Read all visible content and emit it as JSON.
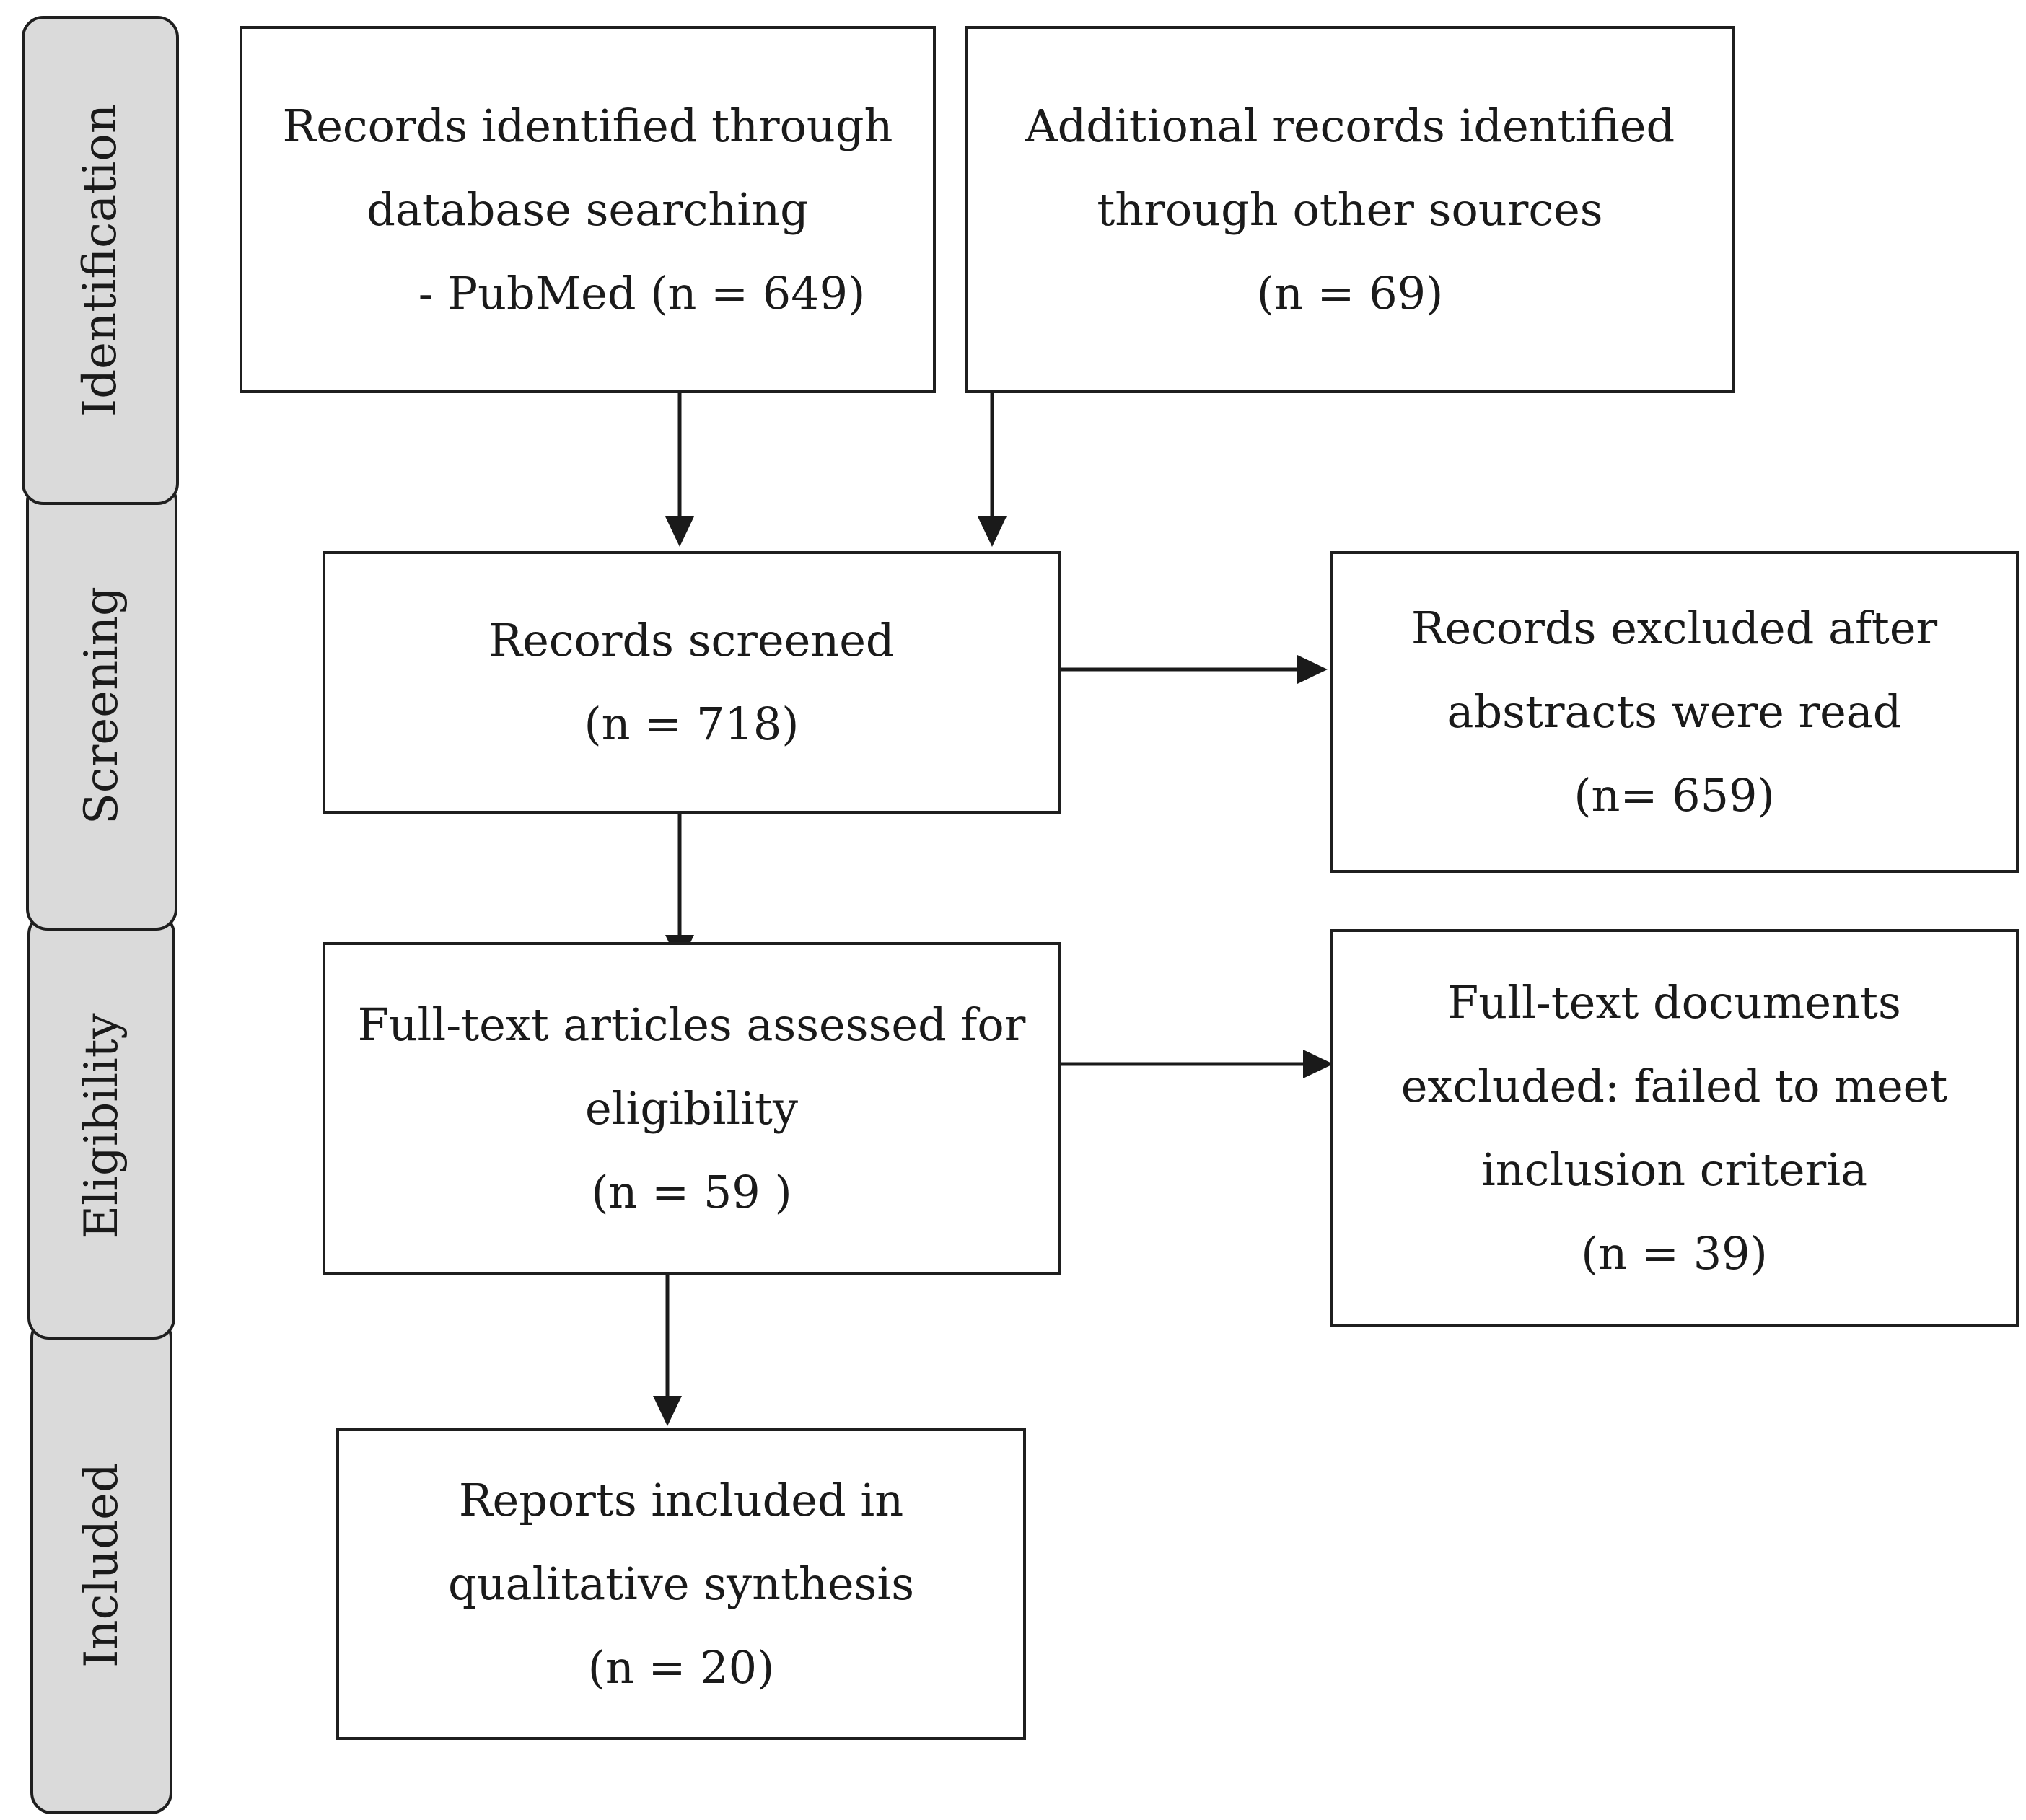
{
  "stages": {
    "identification": "Identification",
    "screening": "Screening",
    "eligibility": "Eligibility",
    "included": "Included"
  },
  "boxes": {
    "database": {
      "lines": [
        "Records identified through",
        "database searching",
        "- PubMed (n = 649)"
      ]
    },
    "other_sources": {
      "lines": [
        "Additional records identified",
        "through other sources"
      ],
      "count": "(n = 69)"
    },
    "screened": {
      "lines": [
        "Records screened"
      ],
      "count": "(n = 718)"
    },
    "excluded_abstracts": {
      "lines": [
        "Records excluded after",
        "abstracts were read"
      ],
      "count": "(n= 659)"
    },
    "fulltext_assessed": {
      "lines": [
        "Full-text articles assessed for",
        "eligibility"
      ],
      "count": "(n = 59 )"
    },
    "fulltext_excluded": {
      "lines": [
        "Full-text documents",
        "excluded: failed to meet",
        "inclusion criteria"
      ],
      "count": "(n = 39)"
    },
    "included": {
      "lines": [
        "Reports included in",
        "qualitative synthesis"
      ],
      "count": "(n = 20)"
    }
  }
}
